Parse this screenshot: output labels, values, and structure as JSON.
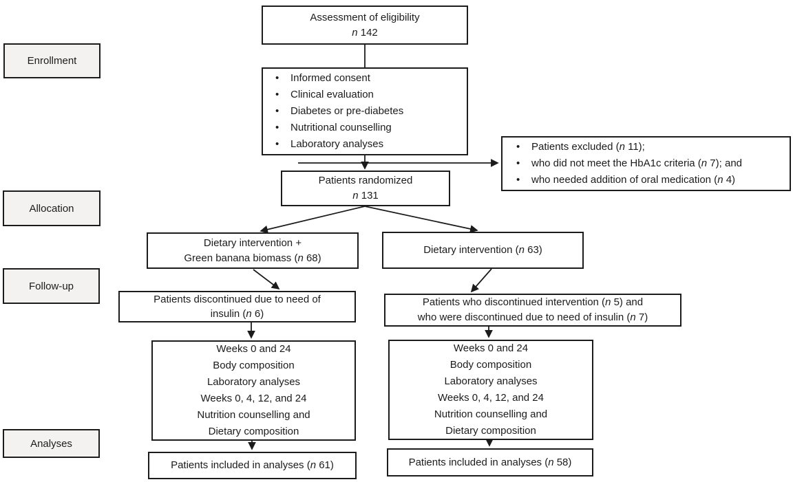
{
  "colors": {
    "background": "#ffffff",
    "border": "#1b1b1b",
    "label_background": "#f3f2f1",
    "text": "#1b1b1b"
  },
  "diagram": {
    "stage_labels": {
      "enrollment": "Enrollment",
      "allocation": "Allocation",
      "followup": "Follow-up",
      "analyses": "Analyses"
    },
    "eligibility": {
      "line1": "Assessment of eligibility",
      "n": "n",
      "count": " 142"
    },
    "screening": {
      "bullets": [
        "Informed consent",
        "Clinical evaluation",
        "Diabetes or pre-diabetes",
        "Nutritional counselling",
        "Laboratory analyses"
      ]
    },
    "excluded": {
      "bullets": [
        {
          "pre": "Patients excluded (",
          "n": "n",
          "post": " 11);"
        },
        {
          "pre": "who did not meet the HbA1c criteria (",
          "n": "n",
          "post": " 7); and"
        },
        {
          "pre": "who needed addition of oral medication (",
          "n": "n",
          "post": " 4)"
        }
      ]
    },
    "randomized": {
      "line1": "Patients randomized",
      "n": "n",
      "count": " 131"
    },
    "arm_left": {
      "line1": "Dietary intervention +",
      "line2_pre": "Green banana biomass (",
      "n": "n",
      "line2_post": " 68)"
    },
    "arm_right": {
      "pre": "Dietary intervention (",
      "n": "n",
      "post": " 63)"
    },
    "dropout_left": {
      "line1": "Patients discontinued due to need of",
      "line2_pre": "insulin (",
      "n": "n",
      "line2_post": " 6)"
    },
    "dropout_right": {
      "line1_pre": "Patients who discontinued intervention (",
      "n1": "n",
      "line1_post": " 5) and",
      "line2_pre": "who were discontinued due to need of insulin (",
      "n2": "n",
      "line2_post": " 7)"
    },
    "schedule": {
      "lines": [
        "Weeks 0 and 24",
        "Body composition",
        "Laboratory analyses",
        "Weeks 0, 4, 12, and 24",
        "Nutrition counselling and",
        "Dietary composition"
      ]
    },
    "analyzed_left": {
      "pre": "Patients included in analyses (",
      "n": "n",
      "post": " 61)"
    },
    "analyzed_right": {
      "pre": "Patients included in analyses (",
      "n": "n",
      "post": " 58)"
    }
  }
}
